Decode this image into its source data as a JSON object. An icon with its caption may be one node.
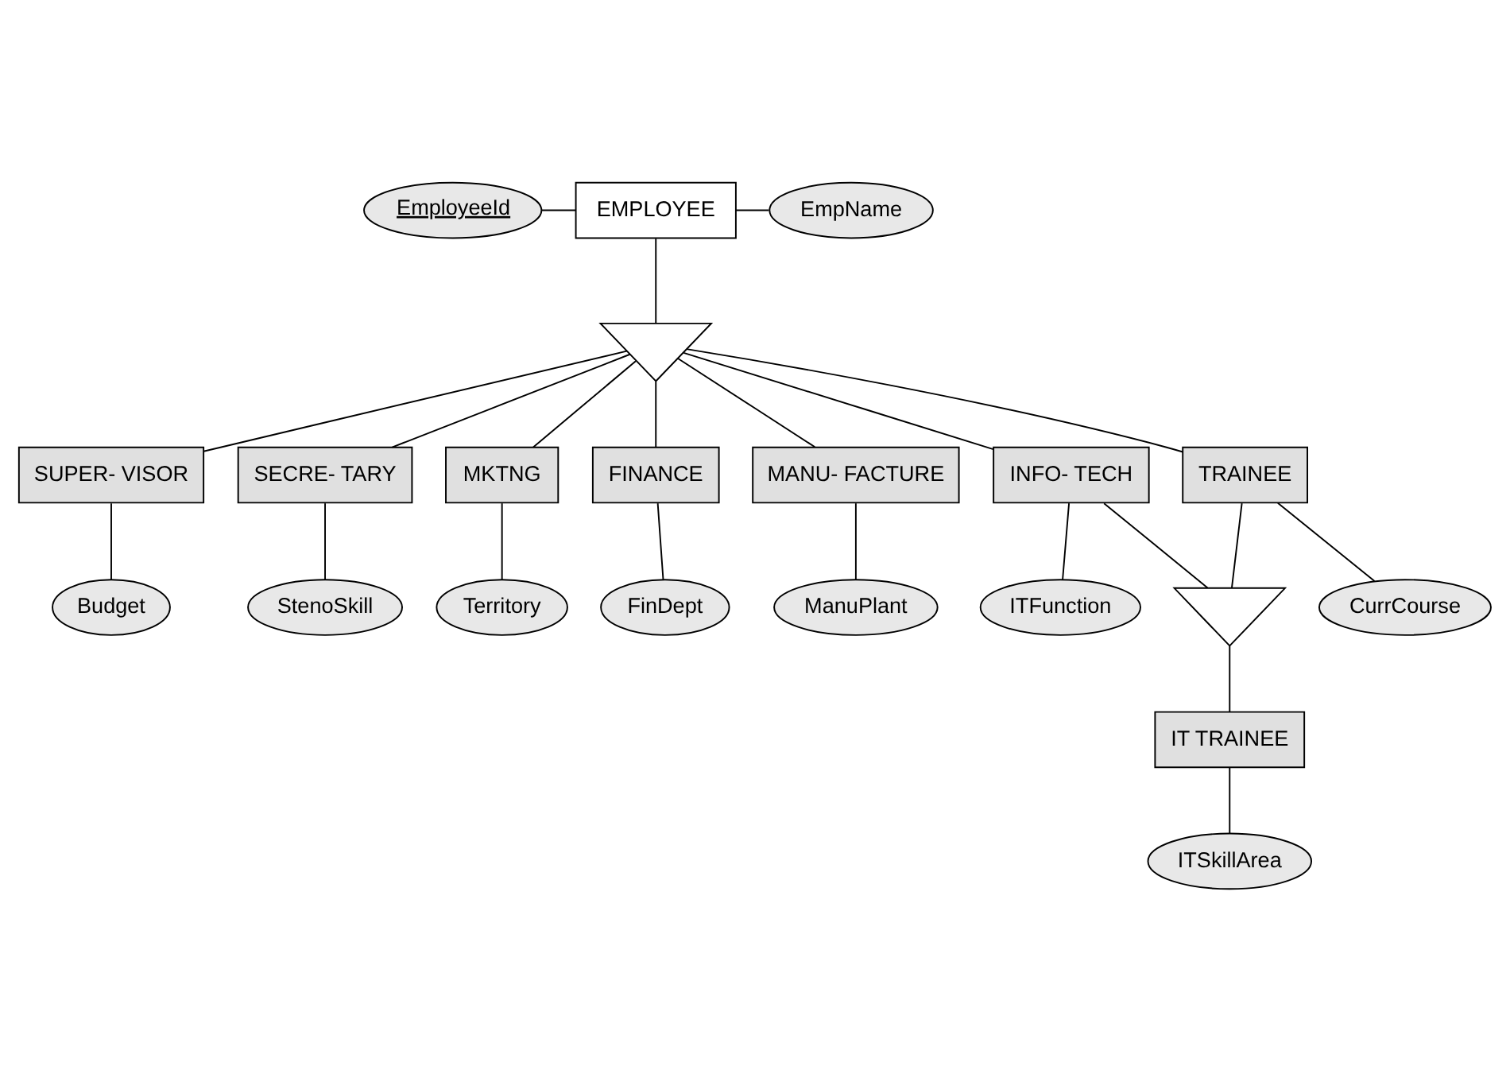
{
  "diagram": {
    "nodes": [
      {
        "text": [
          "EMPLOYEE"
        ]
      },
      {
        "text": [
          "EmployeeId"
        ]
      },
      {
        "text": [
          "EmpName"
        ]
      },
      {
        "text": [],
        "shape": "triangle"
      },
      {
        "text": [
          "SUPER- VISOR"
        ]
      },
      {
        "text": [
          "SECRE- TARY"
        ]
      },
      {
        "text": [
          "MKTNG"
        ]
      },
      {
        "text": [
          "FINANCE"
        ]
      },
      {
        "text": [
          "MANU- FACTURE"
        ]
      },
      {
        "text": [
          "INFO- TECH"
        ]
      },
      {
        "text": [
          "TRAINEE"
        ]
      },
      {
        "text": [
          "Budget"
        ]
      },
      {
        "text": [
          "StenoSkill"
        ]
      },
      {
        "text": [
          "Territory"
        ]
      },
      {
        "text": [
          "FinDept"
        ]
      },
      {
        "text": [
          "ManuPlant"
        ]
      },
      {
        "text": [
          "ITFunction"
        ]
      },
      {
        "text": [],
        "shape": "triangle"
      },
      {
        "text": [
          "IT TRAINEE"
        ]
      },
      {
        "text": [
          "CurrCourse"
        ]
      },
      {
        "text": [
          "ITSkillArea"
        ]
      }
    ],
    "edges": [
      {
        "from": 1,
        "to": 0,
        "arrow": "none"
      },
      {
        "from": 0,
        "to": 2,
        "arrow": "none"
      },
      {
        "from": 0,
        "to": 3,
        "arrow": "none"
      },
      {
        "from": 3,
        "to": 4,
        "arrow": "none"
      },
      {
        "from": 3,
        "to": 5,
        "arrow": "none"
      },
      {
        "from": 3,
        "to": 6,
        "arrow": "none"
      },
      {
        "from": 3,
        "to": 7,
        "arrow": "none"
      },
      {
        "from": 3,
        "to": 8,
        "arrow": "none"
      },
      {
        "from": 3,
        "to": 9,
        "arrow": "none"
      },
      {
        "from": 3,
        "to": 10,
        "arrow": "none"
      },
      {
        "from": 4,
        "to": 11,
        "arrow": "none"
      },
      {
        "from": 5,
        "to": 12,
        "arrow": "none"
      },
      {
        "from": 6,
        "to": 13,
        "arrow": "none"
      },
      {
        "from": 7,
        "to": 14,
        "arrow": "none"
      },
      {
        "from": 8,
        "to": 15,
        "arrow": "none"
      },
      {
        "from": 9,
        "to": 16,
        "arrow": "none"
      },
      {
        "from": 9,
        "to": 17,
        "arrow": "none"
      },
      {
        "from": 10,
        "to": 17,
        "arrow": "none"
      },
      {
        "from": 10,
        "to": 19,
        "arrow": "none"
      },
      {
        "from": 17,
        "to": 18,
        "arrow": "none"
      },
      {
        "from": 18,
        "to": 20,
        "arrow": "none"
      }
    ]
  }
}
